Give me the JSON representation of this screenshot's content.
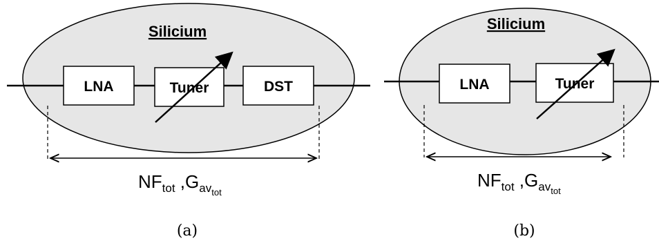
{
  "diagrams": [
    {
      "id": "a",
      "title": "Silicium",
      "blocks": [
        "LNA",
        "Tuner",
        "DST"
      ],
      "metric": {
        "nf_main": "NF",
        "nf_sub": "tot",
        "sep": " ,",
        "g_main": "G",
        "g_sub": "av",
        "g_subsub": "tot"
      },
      "caption": "(a)"
    },
    {
      "id": "b",
      "title": "Silicium",
      "blocks": [
        "LNA",
        "Tuner"
      ],
      "metric": {
        "nf_main": "NF",
        "nf_sub": "tot",
        "sep": " ,",
        "g_main": "G",
        "g_sub": "av",
        "g_subsub": "tot"
      },
      "caption": "(b)"
    }
  ],
  "colors": {
    "ellipse_fill": "#e6e6e6",
    "stroke": "#000000",
    "box_fill": "#ffffff"
  }
}
